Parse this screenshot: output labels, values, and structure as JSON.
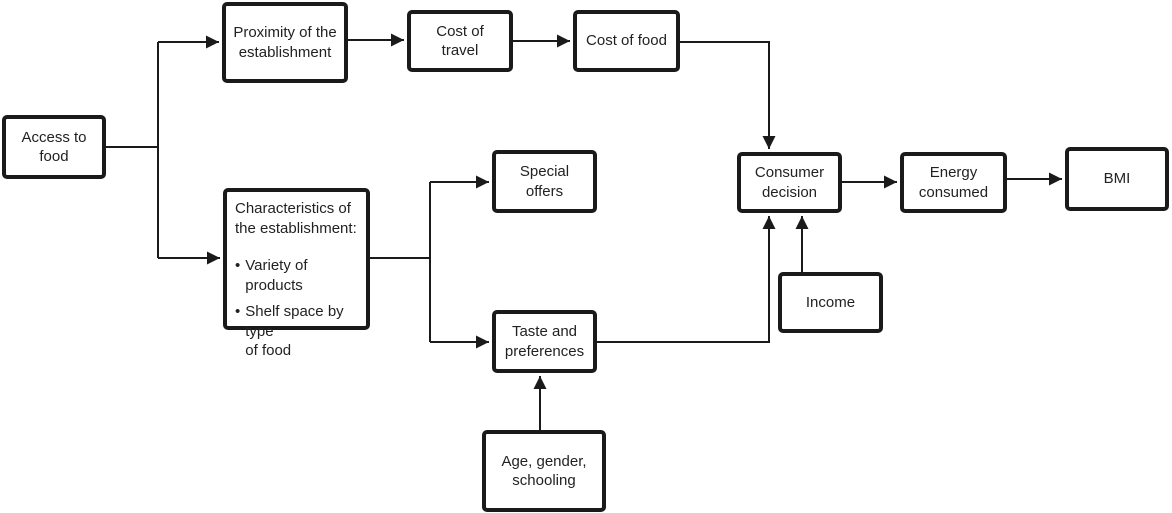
{
  "colors": {
    "ink": "#1a1a1a",
    "paper": "#ffffff",
    "text": "#222222"
  },
  "nodes": {
    "access_to_food": {
      "label": "Access to\nfood"
    },
    "proximity": {
      "label": "Proximity of the\nestablishment"
    },
    "cost_of_travel": {
      "label": "Cost of\ntravel"
    },
    "cost_of_food": {
      "label": "Cost of food"
    },
    "characteristics": {
      "heading": "Characteristics of\nthe establishment:",
      "bullet_glyph": "•",
      "bullets": [
        "Variety of products",
        "Shelf space by type\nof food"
      ]
    },
    "special_offers": {
      "label": "Special\noffers"
    },
    "taste_preferences": {
      "label": "Taste and\npreferences"
    },
    "consumer_decision": {
      "label": "Consumer\ndecision"
    },
    "income": {
      "label": "Income"
    },
    "energy_consumed": {
      "label": "Energy\nconsumed"
    },
    "bmi": {
      "label": "BMI"
    },
    "age_gender_schooling": {
      "label": "Age, gender,\nschooling"
    }
  },
  "edges": [
    {
      "from": "access_to_food",
      "to": "proximity"
    },
    {
      "from": "access_to_food",
      "to": "characteristics"
    },
    {
      "from": "proximity",
      "to": "cost_of_travel"
    },
    {
      "from": "cost_of_travel",
      "to": "cost_of_food"
    },
    {
      "from": "cost_of_food",
      "to": "consumer_decision"
    },
    {
      "from": "characteristics",
      "to": "special_offers"
    },
    {
      "from": "characteristics",
      "to": "taste_preferences"
    },
    {
      "from": "taste_preferences",
      "to": "consumer_decision"
    },
    {
      "from": "income",
      "to": "consumer_decision"
    },
    {
      "from": "consumer_decision",
      "to": "energy_consumed"
    },
    {
      "from": "energy_consumed",
      "to": "bmi"
    },
    {
      "from": "age_gender_schooling",
      "to": "taste_preferences"
    }
  ]
}
